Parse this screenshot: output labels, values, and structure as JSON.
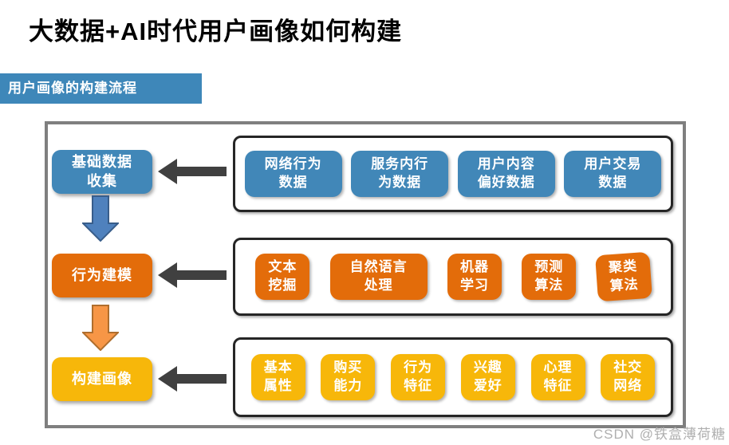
{
  "page": {
    "title": "大数据+AI时代用户画像如何构建",
    "section_banner": "用户画像的构建流程",
    "watermark": "CSDN @铁盒薄荷糖"
  },
  "colors": {
    "banner_blue": "#3E87B9",
    "stage_blue": "#4187B8",
    "stage_orange": "#E36C0A",
    "stage_gold": "#F7B70A",
    "connector_dark": "#404040",
    "down_arrow_blue_fill": "#4F81BD",
    "down_arrow_blue_stroke": "#385D8A",
    "down_arrow_orange_fill": "#F79646",
    "down_arrow_orange_stroke": "#AF6E2D",
    "outer_border": "#7F7F7F",
    "group_border": "#262626"
  },
  "flow": {
    "stages": [
      {
        "label": "基础数据\n收集",
        "items": [
          "网络行为\n数据",
          "服务内行\n为数据",
          "用户内容\n偏好数据",
          "用户交易\n数据"
        ]
      },
      {
        "label": "行为建模",
        "items": [
          "文本\n挖掘",
          "自然语言\n处理",
          "机器\n学习",
          "预测\n算法",
          "聚类\n算法"
        ]
      },
      {
        "label": "构建画像",
        "items": [
          "基本\n属性",
          "购买\n能力",
          "行为\n特征",
          "兴趣\n爱好",
          "心理\n特征",
          "社交\n网络"
        ]
      }
    ]
  }
}
